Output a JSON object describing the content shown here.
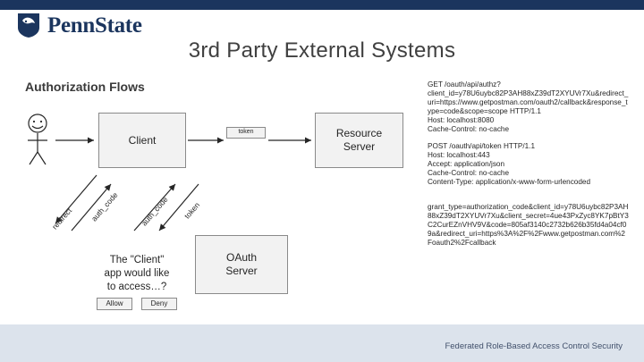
{
  "brand": {
    "name": "PennState",
    "shield_icon": "penn-state-shield-icon",
    "bar_color": "#1b355e"
  },
  "title": "3rd Party External Systems",
  "section_heading": "Authorization Flows",
  "diagram": {
    "user_icon": "stick-figure-user-icon",
    "client_box": "Client",
    "token_label": "token",
    "resource_box": "Resource\nServer",
    "oauth_box": "OAuth\nServer",
    "client_app_caption": "The \"Client\"\napp would like\nto access…?",
    "allow_button": "Allow",
    "deny_button": "Deny",
    "arrow_labels": {
      "redirect": "redirect",
      "auth_code_1": "auth_code",
      "auth_code_2": "auth_code",
      "token": "token"
    }
  },
  "code": {
    "block1": "GET /oauth/api/authz?client_id=y78U6uybc82P3AH88xZ39dT2XYUVr7Xu&redirect_uri=https://www.getpostman.com/oauth2/callback&response_type=code&scope=scope HTTP/1.1\nHost: localhost:8080\nCache-Control: no-cache",
    "block2": "POST /oauth/api/token HTTP/1.1\nHost: localhost:443\nAccept: application/json\nCache-Control: no-cache\nContent-Type: application/x-www-form-urlencoded",
    "block3": "grant_type=authorization_code&client_id=y78U6uybc82P3AH88xZ39dT2XYUVr7Xu&client_secret=4ue43PxZyc8YK7pBtY3C2CurEZnVHV9V&code=805af3140c2732b626b35fd4a04cf09a&redirect_uri=https%3A%2F%2Fwww.getpostman.com%2Foauth2%2Fcallback"
  },
  "footer": "Federated Role-Based Access Control Security"
}
